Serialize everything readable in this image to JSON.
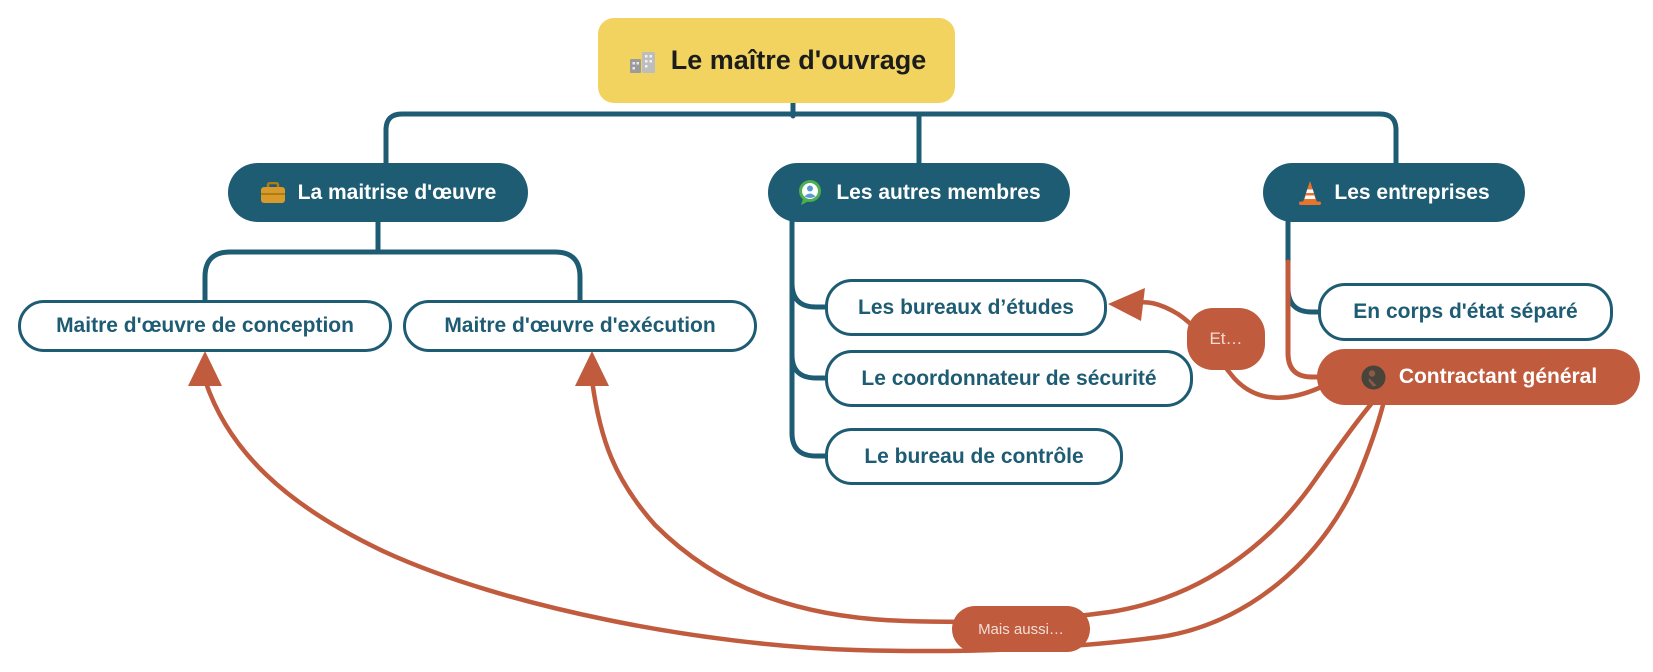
{
  "palette": {
    "teal": "#1E5C74",
    "yellow": "#F2D35F",
    "orange": "#C15B3D",
    "leaf_background": "#FFFFFF",
    "root_text": "#1C1C1C",
    "branch_text": "#FFFFFF"
  },
  "nodes": {
    "root": {
      "label": "Le maître d'ouvrage",
      "icon": "building-icon"
    },
    "maitrise": {
      "label": "La maitrise d'œuvre",
      "icon": "briefcase-icon"
    },
    "autres": {
      "label": "Les autres membres",
      "icon": "speech-bubble-person-icon"
    },
    "entreprises": {
      "label": "Les entreprises",
      "icon": "traffic-cone-icon"
    },
    "conception": {
      "label": "Maitre d'œuvre de conception"
    },
    "execution": {
      "label": "Maitre d'œuvre d'exécution"
    },
    "bureaux": {
      "label": "Les bureaux d’études"
    },
    "coordonnateur": {
      "label": "Le coordonnateur de sécurité"
    },
    "controle": {
      "label": "Le bureau de contrôle"
    },
    "encorps": {
      "label": "En corps d'état séparé"
    },
    "contractant": {
      "label": "Contractant général",
      "icon": "worker-badge-icon"
    }
  },
  "relations": {
    "et": {
      "label": "Et…"
    },
    "mais_aussi": {
      "label": "Mais aussi…"
    }
  }
}
